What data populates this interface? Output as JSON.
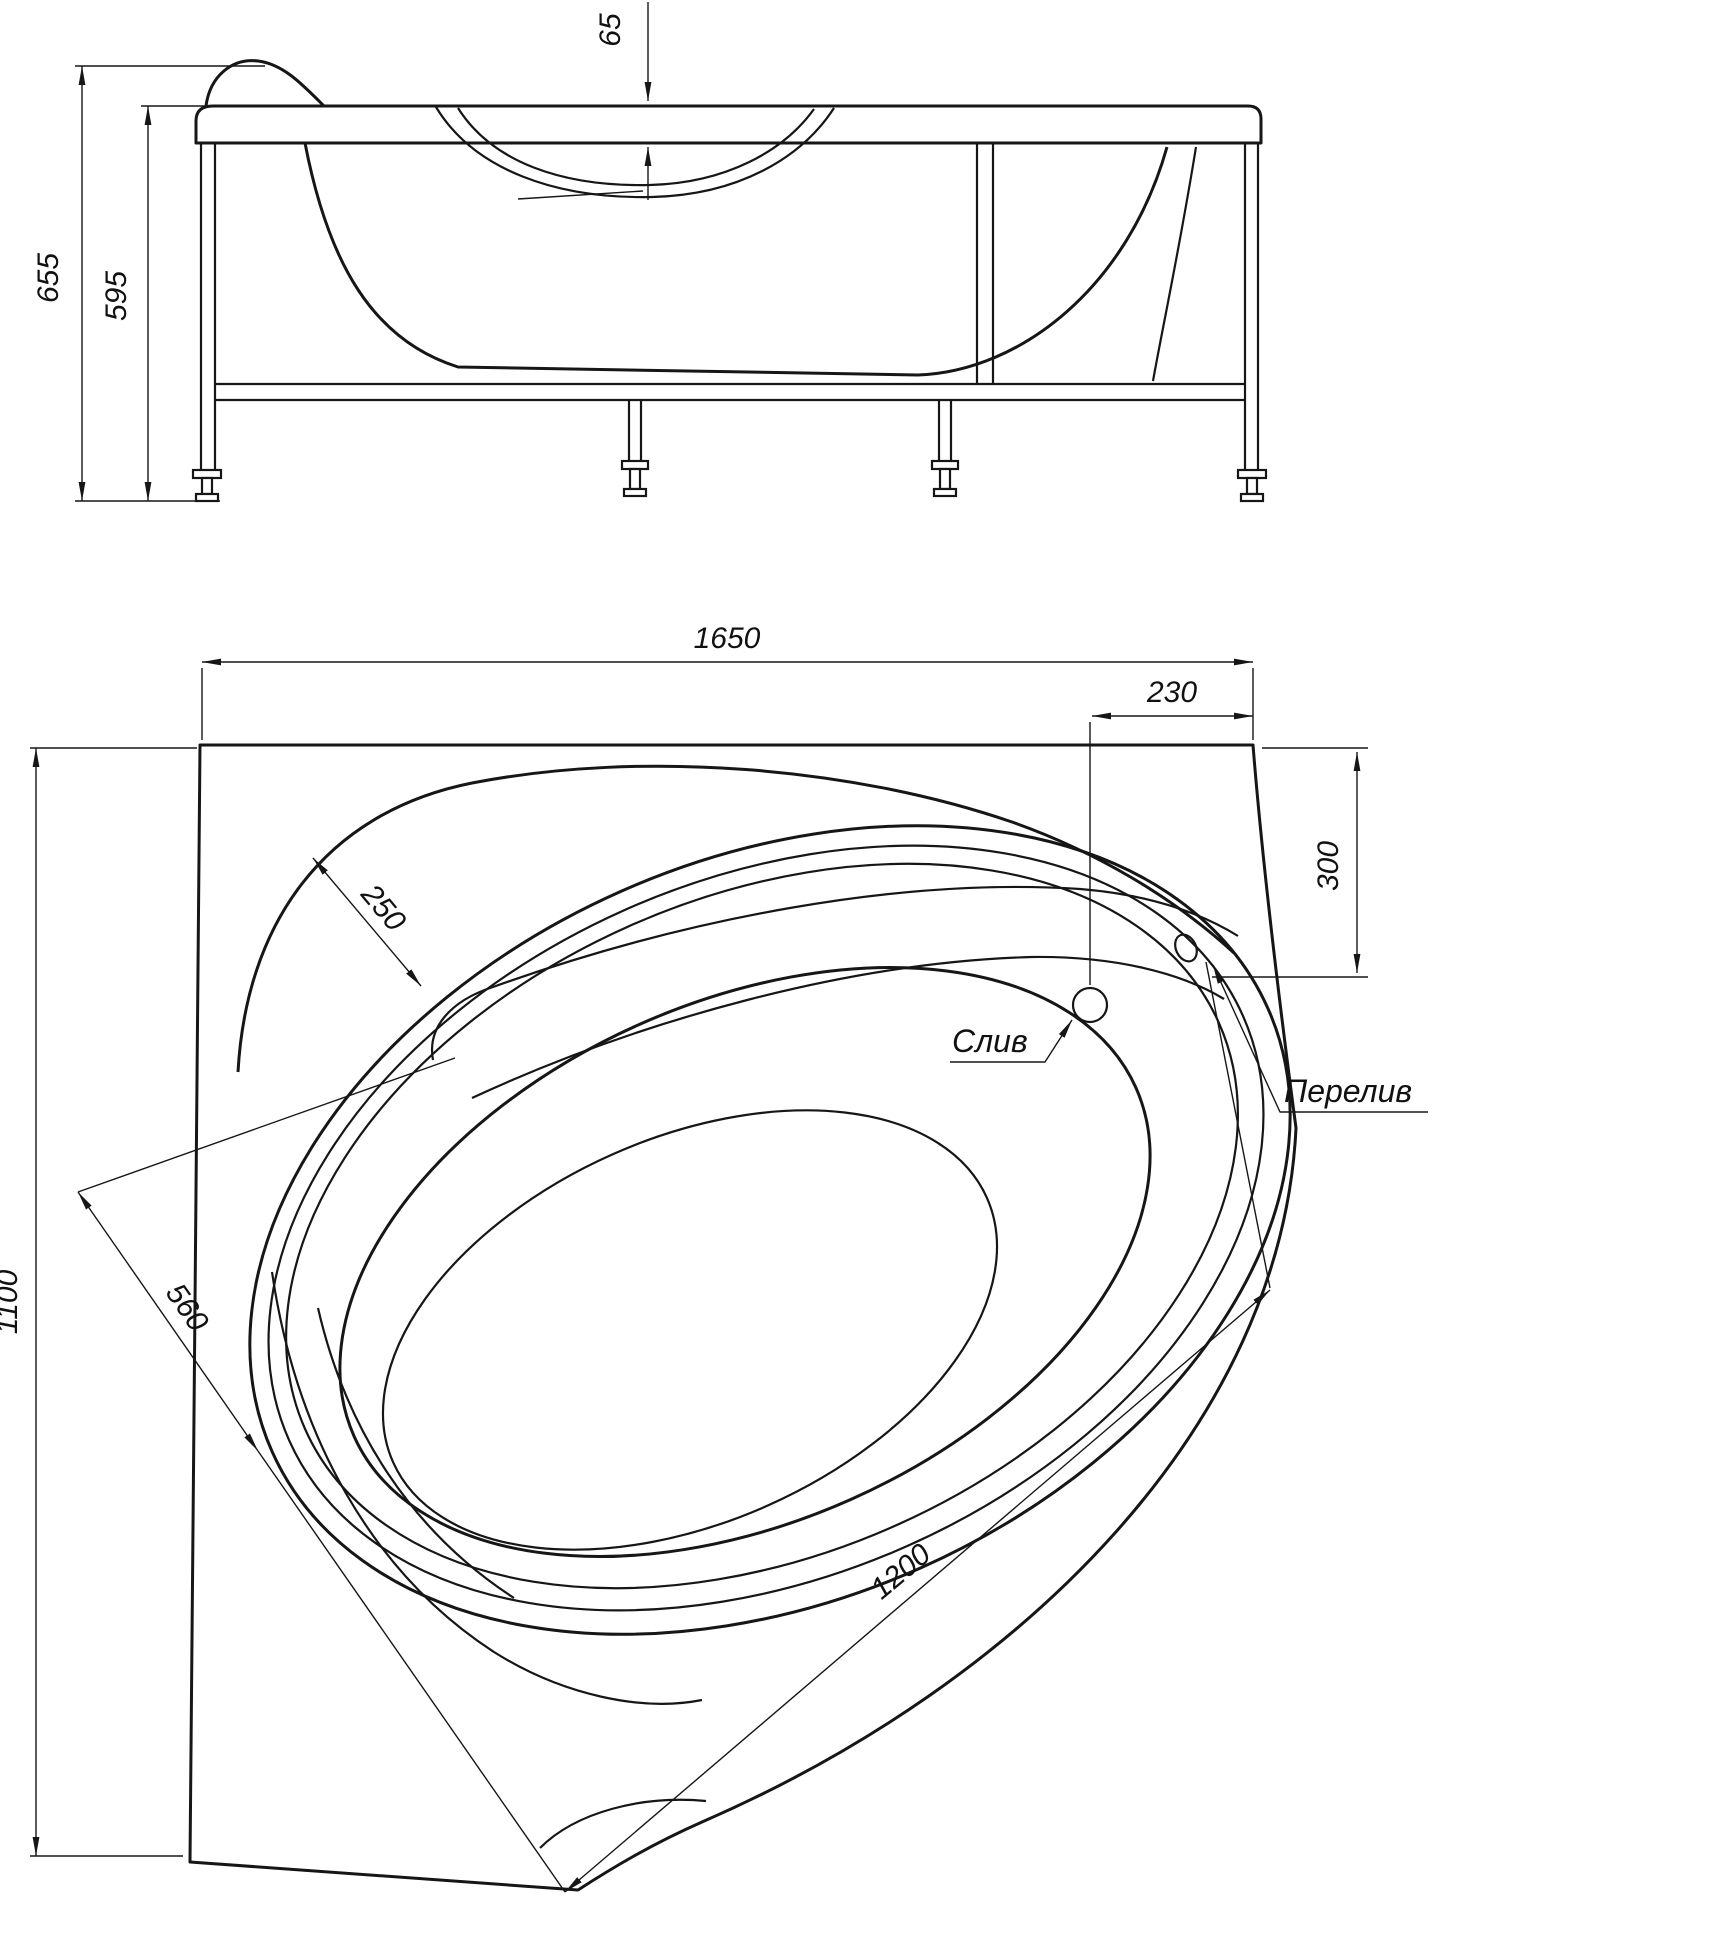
{
  "title": "Corner bathtub technical drawing",
  "side_view": {
    "dim_total_height": "655",
    "dim_basin_height": "595",
    "dim_rim_height": "65"
  },
  "plan_view": {
    "dim_length": "1650",
    "dim_drain_offset": "230",
    "dim_overflow_offset": "300",
    "dim_width": "1100",
    "dim_rim_radius": "250",
    "dim_basin_width": "560",
    "dim_basin_length": "1200",
    "label_drain": "Слив",
    "label_overflow": "Перелив"
  },
  "colors": {
    "line": "#161616",
    "background": "#ffffff"
  }
}
